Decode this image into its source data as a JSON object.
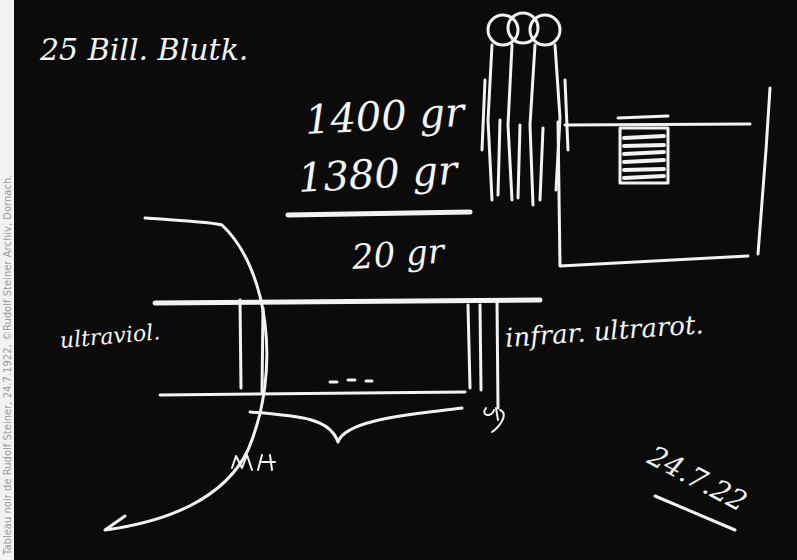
{
  "diagram": {
    "labels": [
      "25 Bill. Blutk.",
      "1400 gr",
      "1380 gr",
      "20 gr",
      "ultraviol.",
      "infrar. ultrarot.",
      "24.7.22",
      "Tableau noir de Rudolf Steiner, 24.7.1922, ©Rudolf Steiner Archiv, Dornach."
    ]
  }
}
